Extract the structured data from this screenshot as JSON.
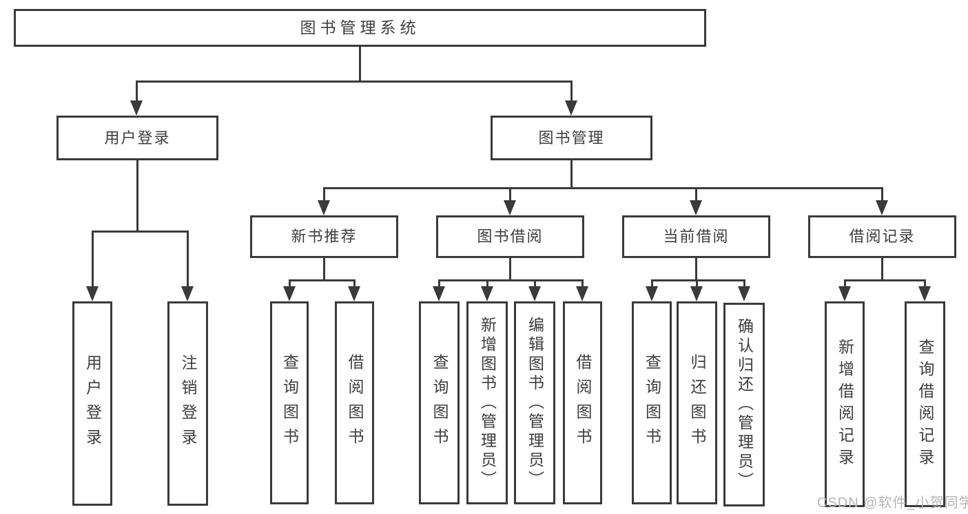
{
  "diagram": {
    "title": "图书管理系统",
    "branches": {
      "user_login": {
        "label": "用户登录",
        "children": [
          "用户登录",
          "注销登录"
        ]
      },
      "book_mgmt": {
        "label": "图书管理",
        "sections": [
          {
            "label": "新书推荐",
            "children": [
              "查询图书",
              "借阅图书"
            ]
          },
          {
            "label": "图书借阅",
            "children": [
              "查询图书",
              "新增图书（管理员）",
              "编辑图书（管理员）",
              "借阅图书"
            ]
          },
          {
            "label": "当前借阅",
            "children": [
              "查询图书",
              "归还图书",
              "确认归还（管理员）"
            ]
          },
          {
            "label": "借阅记录",
            "children": [
              "新增借阅记录",
              "查询借阅记录"
            ]
          }
        ]
      }
    }
  },
  "watermark": "CSDN @软件_小贺同学",
  "colors": {
    "line": "#3a3a3a",
    "text": "#3d3d3d",
    "watermark": "#b5b5b5",
    "background": "#ffffff"
  }
}
